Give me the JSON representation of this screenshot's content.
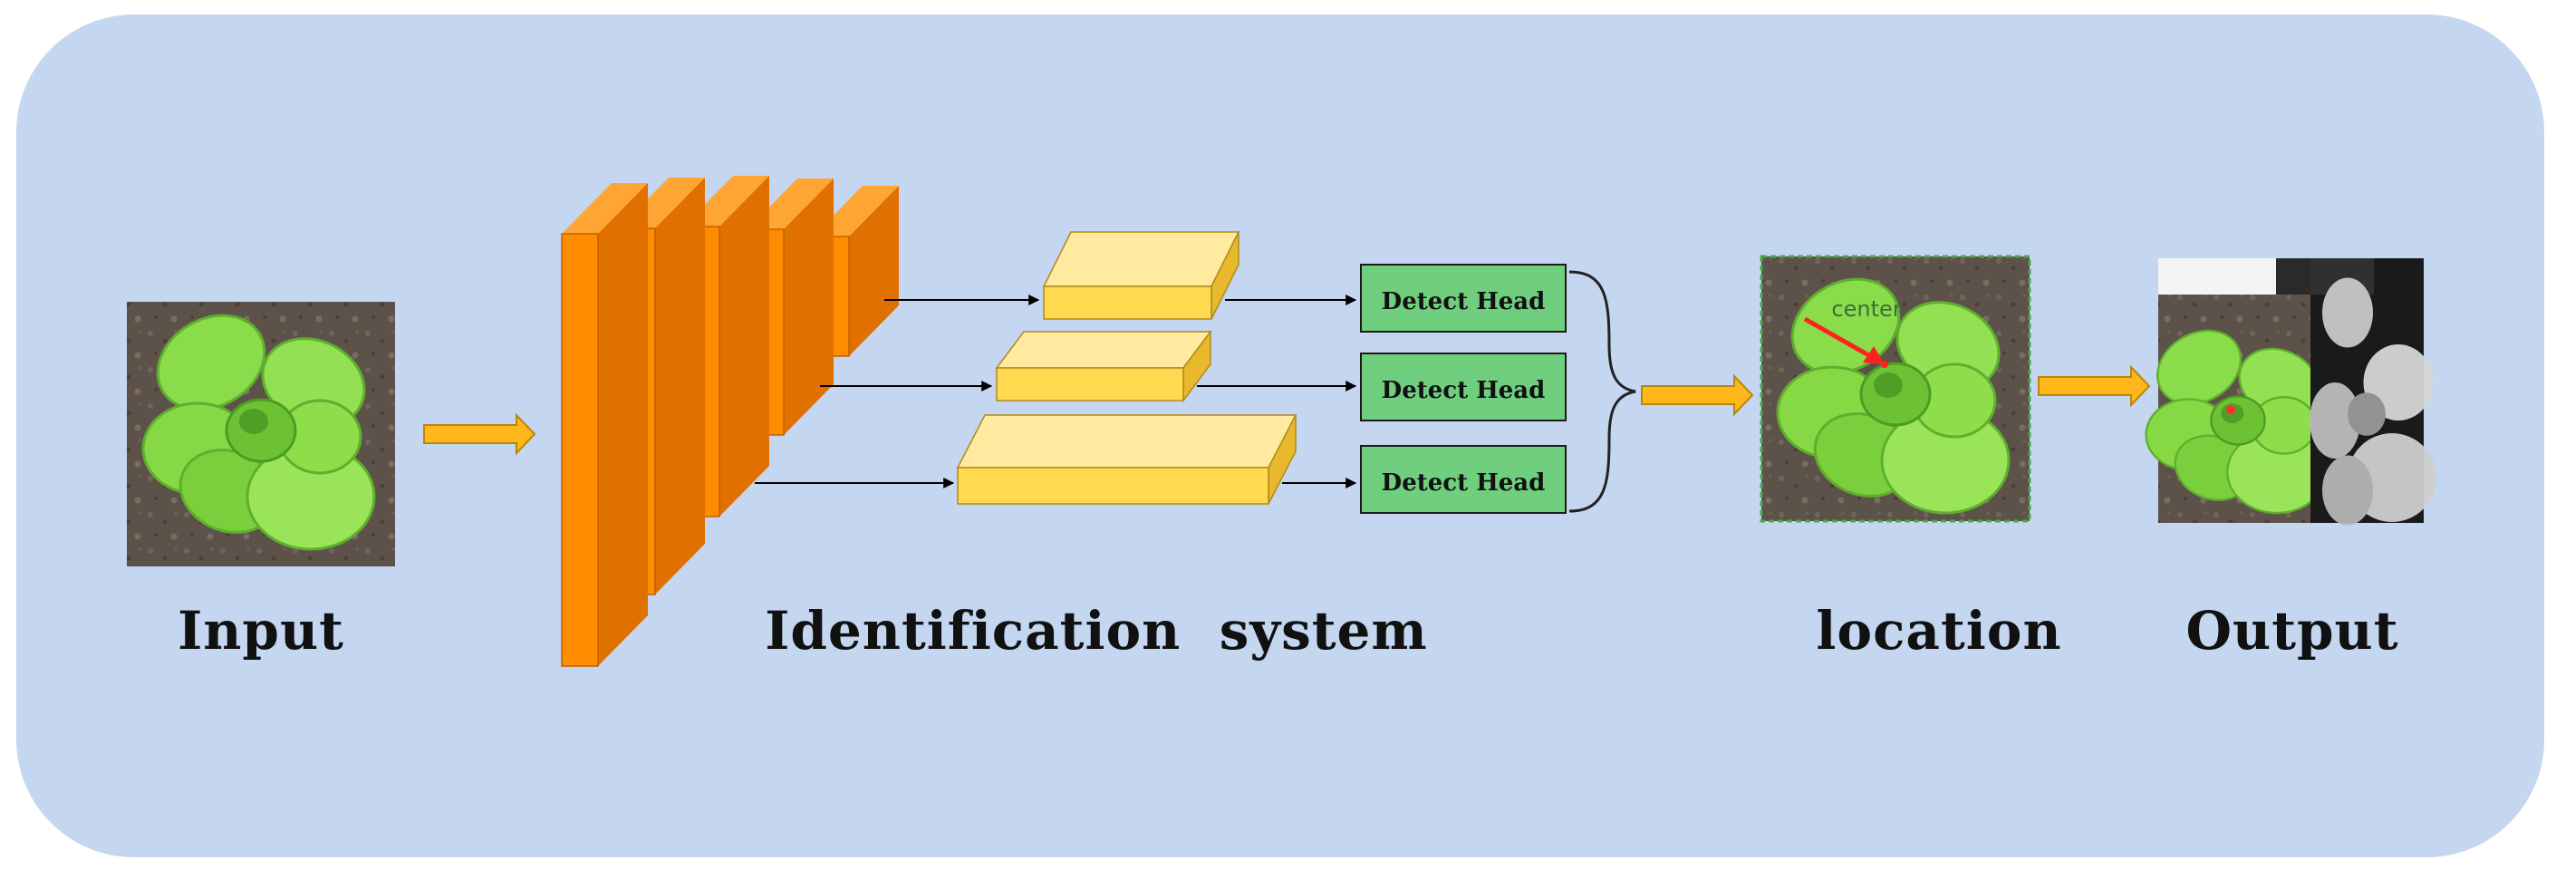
{
  "labels": {
    "input": "Input",
    "identification": "Identification  system",
    "location": "location",
    "output": "Output",
    "detect_head": "Detect Head",
    "center": "center"
  },
  "colors": {
    "background": "#c4d6f0",
    "backbone_front": "#ff8c00",
    "backbone_side": "#e07000",
    "backbone_top": "#ffa534",
    "neck_front": "#ffd94f",
    "neck_top": "#ffeaa0",
    "neck_side": "#e8b92c",
    "head_fill": "#6fcf7f",
    "arrow_fill": "#ffb81c",
    "arrow_stroke": "#b8860b",
    "pointer": "#ff2020"
  },
  "icons": {
    "input_image": "lettuce-photo-icon",
    "location_image": "lettuce-center-photo-icon",
    "output_image": "lettuce-segmentation-photo-icon"
  }
}
